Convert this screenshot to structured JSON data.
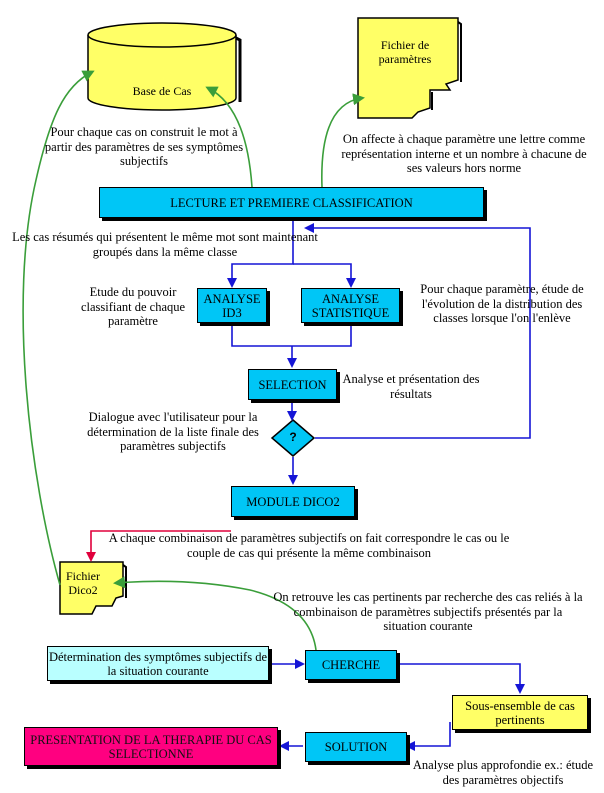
{
  "nodes": {
    "base_de_cas": "Base de Cas",
    "fichier_parametres": "Fichier de paramètres",
    "lecture": "LECTURE ET PREMIERE CLASSIFICATION",
    "analyse_id3": "ANALYSE ID3",
    "analyse_stat": "ANALYSE STATISTIQUE",
    "selection": "SELECTION",
    "decision": "?",
    "module_dico2": "MODULE DICO2",
    "fichier_dico2": "Fichier Dico2",
    "determination": "Détermination des symptômes subjectifs de la situation courante",
    "cherche": "CHERCHE",
    "sous_ensemble": "Sous-ensemble de cas pertinents",
    "solution": "SOLUTION",
    "presentation": "PRESENTATION DE LA THERAPIE DU CAS SELECTIONNE"
  },
  "labels": {
    "construit_mot": "Pour chaque cas on construit le mot à partir des paramètres de ses symptômes subjectifs",
    "affecte_lettre": "On affecte à chaque paramètre une lettre comme représentation interne et un nombre à chacune de ses valeurs hors norme",
    "cas_resumes": "Les cas résumés qui présentent le même mot sont maintenant groupés dans la même classe",
    "etude_pouvoir": "Etude du pouvoir classifiant de chaque paramètre",
    "evolution": "Pour chaque paramètre, étude de l'évolution de la distribution des classes lorsque l'on l'enlève",
    "analyse_resultats": "Analyse et présentation des résultats",
    "dialogue": "Dialogue avec l'utilisateur pour la détermination de la liste finale des paramètres subjectifs",
    "combinaison": "A chaque combinaison de paramètres subjectifs on fait correspondre le cas ou le couple de cas qui présente la même combinaison",
    "retrouve": "On retrouve les cas pertinents par recherche des cas reliés à la combinaison de paramètres subjectifs présentés par la situation courante",
    "analyse_plus": "Analyse plus approfondie ex.: étude des paramètres objectifs"
  },
  "colors": {
    "process_box": "#00c6f6",
    "input_box": "#b9ffff",
    "data_store": "#ffff66",
    "output_box": "#ff0080",
    "flow_arrow": "#1515d6",
    "data_arrow": "#3a9e3a",
    "return_arrow": "#e0003c"
  }
}
